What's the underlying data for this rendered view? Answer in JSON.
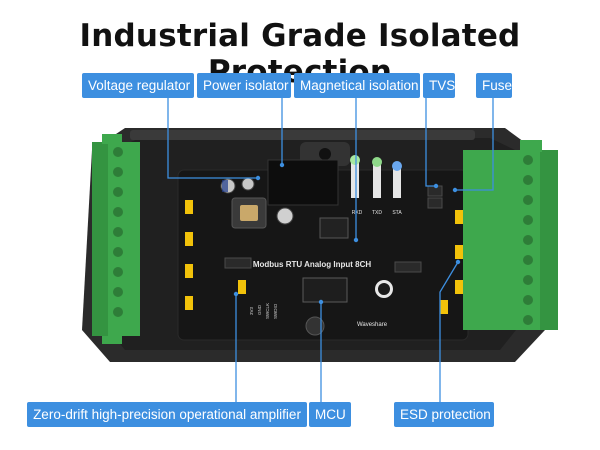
{
  "title": "Industrial Grade Isolated Protection",
  "callouts": {
    "voltage_regulator": "Voltage regulator",
    "power_isolator": "Power isolator",
    "magnetical_isolation": "Magnetical isolation",
    "tvs": "TVS",
    "fuse": "Fuse",
    "opamp": "Zero-drift high-precision operational amplifier",
    "mcu": "MCU",
    "esd": "ESD protection"
  },
  "board": {
    "name": "Modbus RTU Analog Input 8CH",
    "led_labels": [
      "RXD",
      "TXD",
      "STA"
    ],
    "brand": "Waveshare",
    "pin_labels": [
      "3V3",
      "GND",
      "SWCLK",
      "SWDIO"
    ]
  },
  "colors": {
    "callout_bg": "#3d8fe0",
    "terminal_green": "#3ea84d",
    "pcb": "#1a1a1a",
    "enclosure": "#2b2b2b"
  }
}
